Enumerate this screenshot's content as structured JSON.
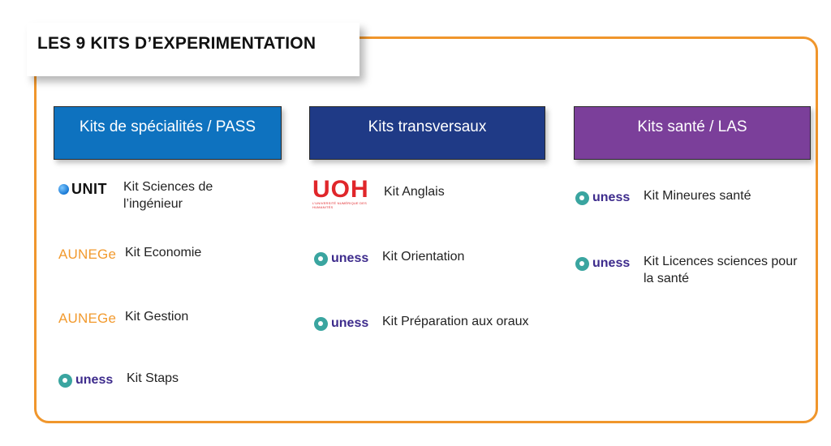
{
  "title": "LES 9 KITS D’EXPERIMENTATION",
  "columns": [
    {
      "header": "Kits de spécialités / PASS",
      "color": "#0e72bf",
      "kits": [
        {
          "logo": "UNIT",
          "label_lines": [
            "Kit Sciences de",
            "l’ingénieur"
          ]
        },
        {
          "logo": "AUNEGe",
          "label_lines": [
            "Kit Economie"
          ]
        },
        {
          "logo": "AUNEGe",
          "label_lines": [
            "Kit Gestion"
          ]
        },
        {
          "logo": "uness",
          "label_lines": [
            "Kit Staps"
          ]
        }
      ]
    },
    {
      "header": "Kits transversaux",
      "color": "#1f3a86",
      "kits": [
        {
          "logo": "UOH",
          "logo_subtitle": "L’UNIVERSITÉ NUMÉRIQUE DES HUMANITÉS",
          "label_lines": [
            "Kit Anglais"
          ]
        },
        {
          "logo": "uness",
          "label_lines": [
            "Kit Orientation"
          ]
        },
        {
          "logo": "uness",
          "label_lines": [
            "Kit Préparation aux oraux"
          ]
        }
      ]
    },
    {
      "header": "Kits santé / LAS",
      "color": "#7b3f9a",
      "kits": [
        {
          "logo": "uness",
          "label_lines": [
            "Kit Mineures santé"
          ]
        },
        {
          "logo": "uness",
          "label_lines": [
            "Kit Licences sciences pour",
            "la santé"
          ]
        }
      ]
    }
  ],
  "accent_color": "#f0962c"
}
